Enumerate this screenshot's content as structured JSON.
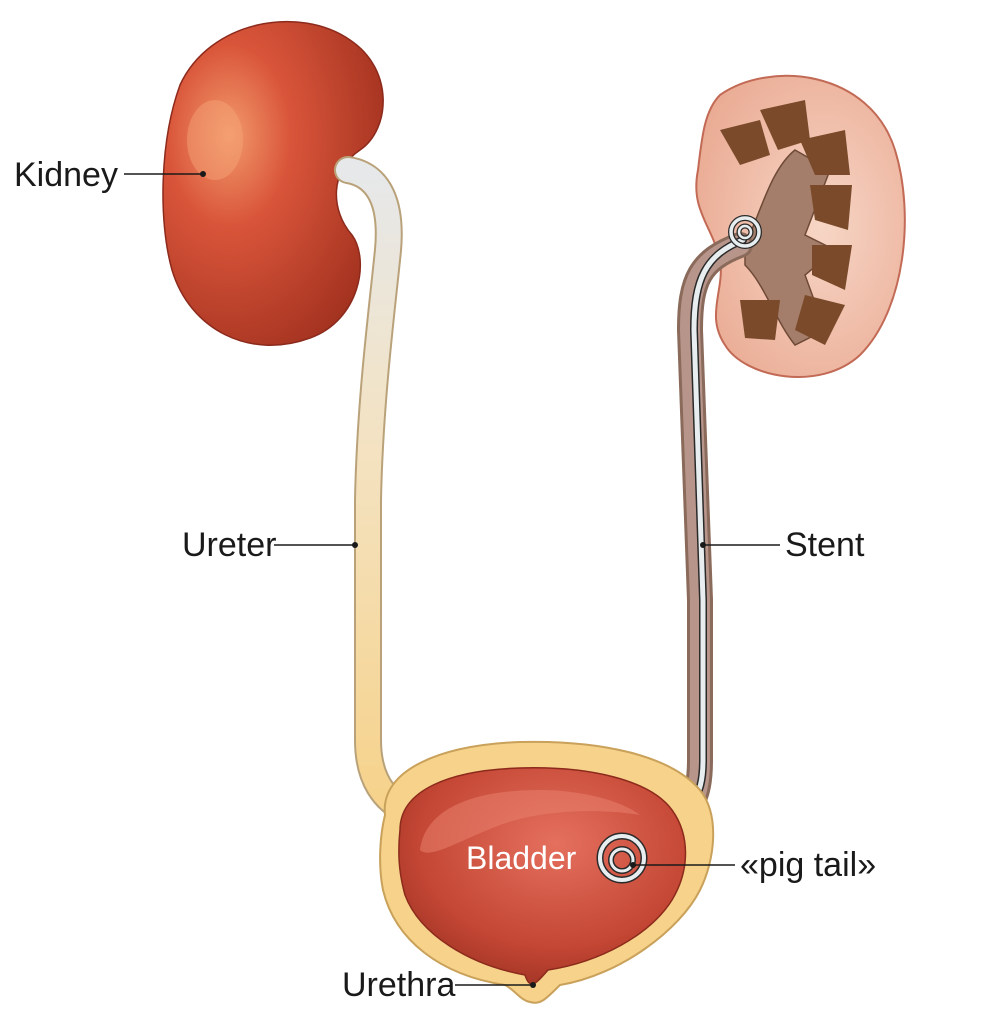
{
  "labels": {
    "kidney": "Kidney",
    "ureter": "Ureter",
    "stent": "Stent",
    "bladder": "Bladder",
    "pig_tail": "«pig tail»",
    "urethra": "Urethra"
  },
  "colors": {
    "kidney": "#c9472c",
    "kidney_highlight": "#f08a5d",
    "kidney_cross_section_outer": "#f3c9b6",
    "kidney_pyramid": "#7a4a2a",
    "ureter": "#f3d48c",
    "bladder_wall": "#f6d28a",
    "bladder_inner": "#c94a3a",
    "stent": "#e8eef0",
    "label_text": "#1a1a1a",
    "bladder_label": "#ffffff"
  }
}
